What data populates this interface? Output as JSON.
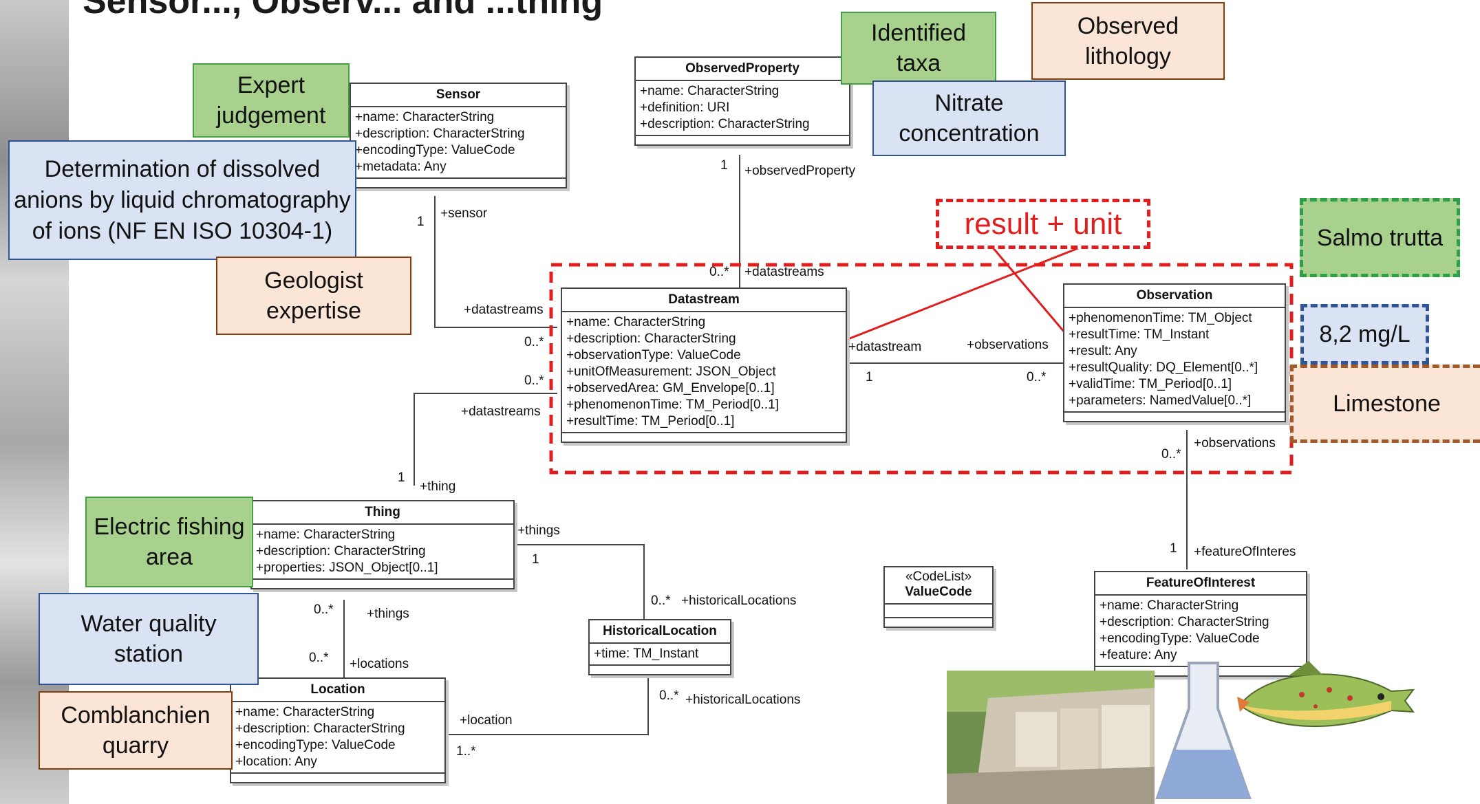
{
  "title": "Sensor..., Observ... and ...thing",
  "classes": {
    "sensor": {
      "name": "Sensor",
      "attributes": [
        "+name: CharacterString",
        "+description: CharacterString",
        "+encodingType: ValueCode",
        "+metadata: Any"
      ]
    },
    "observed_property": {
      "name": "ObservedProperty",
      "attributes": [
        "+name: CharacterString",
        "+definition: URI",
        "+description: CharacterString"
      ]
    },
    "datastream": {
      "name": "Datastream",
      "attributes": [
        "+name: CharacterString",
        "+description: CharacterString",
        "+observationType: ValueCode",
        "+unitOfMeasurement: JSON_Object",
        "+observedArea: GM_Envelope[0..1]",
        "+phenomenonTime: TM_Period[0..1]",
        "+resultTime: TM_Period[0..1]"
      ]
    },
    "observation": {
      "name": "Observation",
      "attributes": [
        "+phenomenonTime: TM_Object",
        "+resultTime: TM_Instant",
        "+result: Any",
        "+resultQuality: DQ_Element[0..*]",
        "+validTime: TM_Period[0..1]",
        "+parameters: NamedValue[0..*]"
      ]
    },
    "thing": {
      "name": "Thing",
      "attributes": [
        "+name: CharacterString",
        "+description: CharacterString",
        "+properties: JSON_Object[0..1]"
      ]
    },
    "historical_location": {
      "name": "HistoricalLocation",
      "attributes": [
        "+time: TM_Instant"
      ]
    },
    "location": {
      "name": "Location",
      "attributes": [
        "+name: CharacterString",
        "+description: CharacterString",
        "+encodingType: ValueCode",
        "+location: Any"
      ]
    },
    "feature_of_interest": {
      "name": "FeatureOfInterest",
      "attributes": [
        "+name: CharacterString",
        "+description: CharacterString",
        "+encodingType: ValueCode",
        "+feature: Any"
      ]
    },
    "value_code": {
      "stereotype": "«CodeList»",
      "name": "ValueCode"
    }
  },
  "association_labels": {
    "sensor_mult": "1",
    "sensor_role": "+sensor",
    "ds_from_sensor_role": "+datastreams",
    "ds_from_sensor_mult": "0..*",
    "op_mult": "1",
    "op_role": "+observedProperty",
    "ds_from_op_mult": "0..*",
    "ds_from_op_role": "+datastreams",
    "ds_to_obs_role": "+datastream",
    "ds_to_obs_mult": "1",
    "obs_from_ds_role": "+observations",
    "obs_from_ds_mult": "0..*",
    "thing_ds_mult": "0..*",
    "thing_ds_role": "+datastreams",
    "thing_mult": "1",
    "thing_role": "+thing",
    "things_role": "+things",
    "things_mult": "1",
    "hist_mult1": "0..*",
    "hist_role1": "+historicalLocations",
    "hist_mult2": "0..*",
    "hist_role2": "+historicalLocations",
    "thing_loc_mult": "0..*",
    "thing_loc_role": "+things",
    "loc_mult": "0..*",
    "loc_role": "+locations",
    "location_role": "+location",
    "location_mult": "1..*",
    "obs_foi_role": "+observations",
    "obs_foi_mult": "0..*",
    "foi_mult": "1",
    "foi_role": "+featureOfInteres"
  },
  "notes": {
    "expert_judgement": "Expert judgement",
    "determination": "Determination of dissolved anions by liquid chromatography of ions (NF EN ISO 10304-1)",
    "geologist_expertise": "Geologist expertise",
    "identified_taxa": "Identified taxa",
    "nitrate": "Nitrate concentration",
    "observed_lithology": "Observed lithology",
    "result_unit": "result + unit",
    "salmo_trutta": "Salmo trutta",
    "value_8_2": "8,2 mg/L",
    "limestone": "Limestone",
    "electric_fishing": "Electric fishing area",
    "water_quality_station": "Water quality station",
    "comblanchien_quarry": "Comblanchien quarry"
  },
  "colors": {
    "green": "#a9d18e",
    "blue": "#dae3f3",
    "salmon": "#fbe5d6",
    "red": "#e11d1d"
  }
}
